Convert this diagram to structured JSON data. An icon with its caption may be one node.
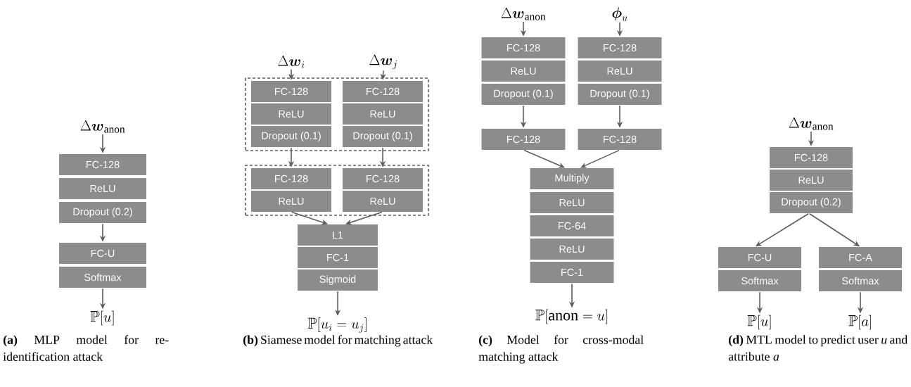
{
  "diagram": {
    "nodes": [
      {
        "text": [
          "\\Delta\\boldsymbol{w}_{\\text{anon}}"
        ]
      },
      {
        "text": [
          "FC-128"
        ]
      },
      {
        "text": [
          "ReLU"
        ]
      },
      {
        "text": [
          "Dropout (0.2)"
        ]
      },
      {
        "text": [
          "FC-U"
        ]
      },
      {
        "text": [
          "Softmax"
        ]
      },
      {
        "text": [
          "\\mathbb{P}[u]"
        ]
      },
      {
        "text": [
          "\\Delta\\boldsymbol{w}_i"
        ]
      },
      {
        "text": [
          "\\Delta\\boldsymbol{w}_j"
        ]
      },
      {
        "text": [],
        "shape": "box"
      },
      {
        "text": [
          "FC-128"
        ],
        "in": 9
      },
      {
        "text": [
          "FC-128"
        ],
        "in": 9
      },
      {
        "text": [
          "ReLU"
        ],
        "in": 9
      },
      {
        "text": [
          "ReLU"
        ],
        "in": 9
      },
      {
        "text": [
          "Dropout (0.1)"
        ],
        "in": 9
      },
      {
        "text": [
          "Dropout (0.1)"
        ],
        "in": 9
      },
      {
        "text": [],
        "shape": "box"
      },
      {
        "text": [
          "FC-128"
        ],
        "in": 16
      },
      {
        "text": [
          "FC-128"
        ],
        "in": 16
      },
      {
        "text": [
          "ReLU"
        ],
        "in": 16
      },
      {
        "text": [
          "ReLU"
        ],
        "in": 16
      },
      {
        "text": [
          "L1"
        ]
      },
      {
        "text": [
          "FC-1"
        ]
      },
      {
        "text": [
          "Sigmoid"
        ]
      },
      {
        "text": [
          "\\mathbb{P}[u_i = u_j]"
        ]
      },
      {
        "text": [
          "\\Delta\\boldsymbol{w}_{\\text{anon}}"
        ]
      },
      {
        "text": [
          "\\boldsymbol{\\phi}_u"
        ]
      },
      {
        "text": [
          "FC-128"
        ]
      },
      {
        "text": [
          "FC-128"
        ]
      },
      {
        "text": [
          "ReLU"
        ]
      },
      {
        "text": [
          "ReLU"
        ]
      },
      {
        "text": [
          "Dropout (0.1)"
        ]
      },
      {
        "text": [
          "Dropout (0.1)"
        ]
      },
      {
        "text": [
          "FC-128"
        ]
      },
      {
        "text": [
          "FC-128"
        ]
      },
      {
        "text": [
          "Multiply"
        ]
      },
      {
        "text": [
          "ReLU"
        ]
      },
      {
        "text": [
          "FC-64"
        ]
      },
      {
        "text": [
          "ReLU"
        ]
      },
      {
        "text": [
          "FC-1"
        ]
      },
      {
        "text": [
          "\\mathbb{P}[\\text{anon} = u]"
        ]
      },
      {
        "text": [
          "\\Delta\\boldsymbol{w}_{\\text{anon}}"
        ]
      },
      {
        "text": [
          "FC-128"
        ]
      },
      {
        "text": [
          "ReLU"
        ]
      },
      {
        "text": [
          "Dropout (0.2)"
        ]
      },
      {
        "text": [
          "FC-U"
        ]
      },
      {
        "text": [
          "FC-A"
        ]
      },
      {
        "text": [
          "Softmax"
        ]
      },
      {
        "text": [
          "Softmax"
        ]
      },
      {
        "text": [
          "\\mathbb{P}[u]"
        ]
      },
      {
        "text": [
          "\\mathbb{P}[a]"
        ]
      }
    ],
    "edges": [
      {
        "from": 0,
        "to": 1,
        "arrow": "to"
      },
      {
        "from": 3,
        "to": 4,
        "arrow": "to"
      },
      {
        "from": 5,
        "to": 6,
        "arrow": "to"
      },
      {
        "from": 7,
        "to": 10,
        "arrow": "to"
      },
      {
        "from": 8,
        "to": 11,
        "arrow": "to"
      },
      {
        "from": 14,
        "to": 17,
        "arrow": "to"
      },
      {
        "from": 15,
        "to": 18,
        "arrow": "to"
      },
      {
        "from": 19,
        "to": 21,
        "arrow": "to"
      },
      {
        "from": 20,
        "to": 21,
        "arrow": "to"
      },
      {
        "from": 23,
        "to": 24,
        "arrow": "to"
      },
      {
        "from": 25,
        "to": 27,
        "arrow": "to"
      },
      {
        "from": 26,
        "to": 28,
        "arrow": "to"
      },
      {
        "from": 31,
        "to": 33,
        "arrow": "to"
      },
      {
        "from": 32,
        "to": 34,
        "arrow": "to"
      },
      {
        "from": 33,
        "to": 35,
        "arrow": "to"
      },
      {
        "from": 34,
        "to": 35,
        "arrow": "to"
      },
      {
        "from": 39,
        "to": 40,
        "arrow": "to"
      },
      {
        "from": 41,
        "to": 42,
        "arrow": "to"
      },
      {
        "from": 44,
        "to": 45,
        "arrow": "to"
      },
      {
        "from": 44,
        "to": 46,
        "arrow": "to"
      },
      {
        "from": 47,
        "to": 49,
        "arrow": "to"
      },
      {
        "from": 48,
        "to": 50,
        "arrow": "to"
      }
    ],
    "labels": [
      "**(a)** MLP model for re-identification attack",
      "**(b)** Siamese model for matching attack",
      "**(c)** Model for cross-modal matching attack",
      "**(d)** MTL model to predict user *u* and attribute *a*"
    ]
  }
}
